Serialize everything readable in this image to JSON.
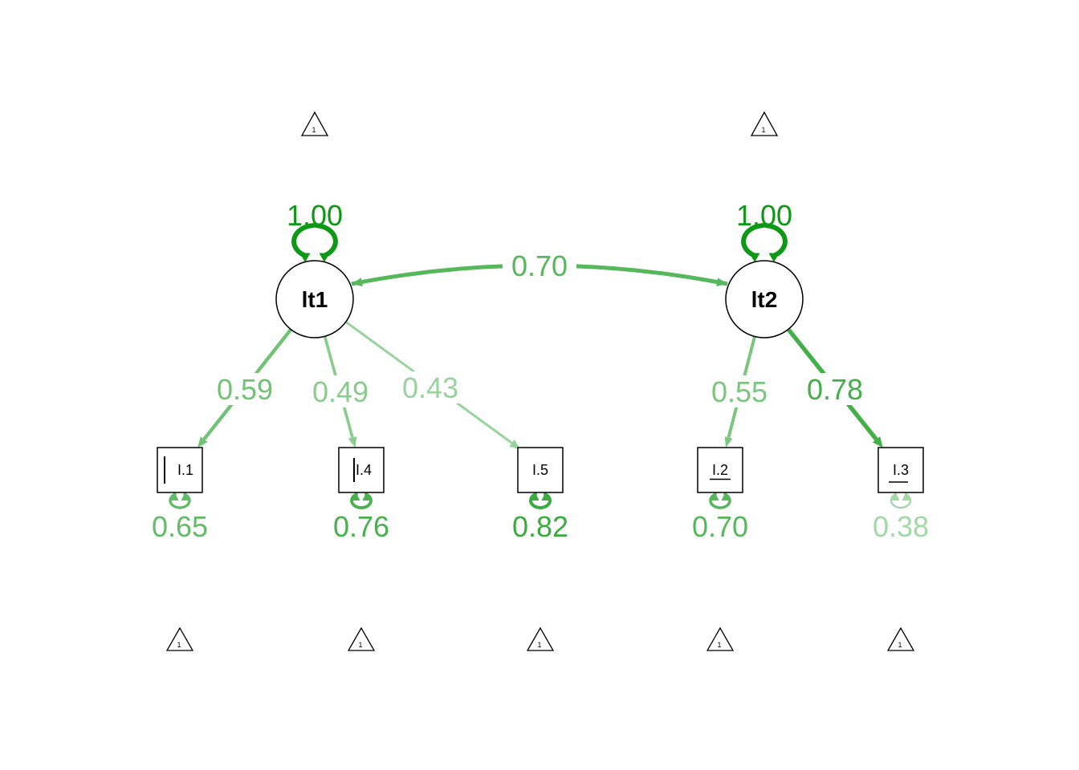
{
  "diagram": {
    "type": "sem-path-diagram",
    "latents": [
      {
        "label": "lt1",
        "variance": "1.00"
      },
      {
        "label": "lt2",
        "variance": "1.00"
      }
    ],
    "manifests": [
      {
        "label": "I.1",
        "residual": "0.65"
      },
      {
        "label": "I.4",
        "residual": "0.76"
      },
      {
        "label": "I.5",
        "residual": "0.82"
      },
      {
        "label": "I.2",
        "residual": "0.70"
      },
      {
        "label": "I.3",
        "residual": "0.38"
      }
    ],
    "loadings": [
      {
        "from": "lt1",
        "to": "I.1",
        "value": "0.59"
      },
      {
        "from": "lt1",
        "to": "I.4",
        "value": "0.49"
      },
      {
        "from": "lt1",
        "to": "I.5",
        "value": "0.43"
      },
      {
        "from": "lt2",
        "to": "I.2",
        "value": "0.55"
      },
      {
        "from": "lt2",
        "to": "I.3",
        "value": "0.78"
      }
    ],
    "covariance": {
      "from": "lt1",
      "to": "lt2",
      "value": "0.70"
    },
    "intercept_marker": "1"
  },
  "colors": {
    "w100": "#0d9815",
    "w082": "#39ab3f",
    "w078": "#42af48",
    "w076": "#47b14d",
    "w070": "#56b75b",
    "w065": "#62bc67",
    "w059": "#70c275",
    "w055": "#7ac67e",
    "w049": "#88cd8c",
    "w043": "#97d39a",
    "w038": "#a3d8a6",
    "node_border": "#000000",
    "background": "#ffffff"
  }
}
